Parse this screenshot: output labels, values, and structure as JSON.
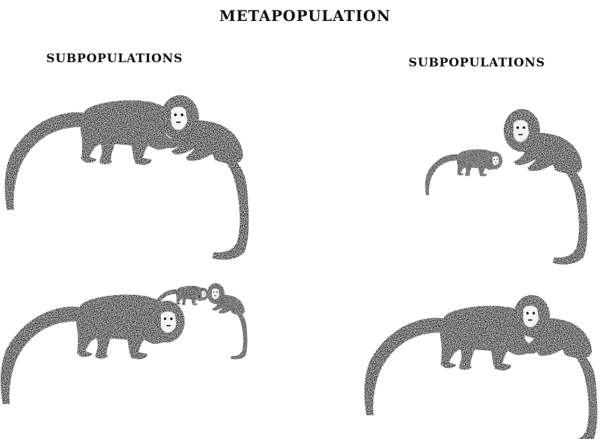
{
  "title": "METAPOPULATION",
  "subpopulation_labels": [
    "SUBPOPULATIONS",
    "SUBPOPULATIONS"
  ],
  "colors": {
    "ink": "#111111",
    "face": "#f4f4f4",
    "background": "#ffffff"
  },
  "subpopulations": [
    {
      "position": "top-left",
      "adults": 2,
      "juveniles": 0
    },
    {
      "position": "top-right",
      "adults": 1,
      "juveniles": 1
    },
    {
      "position": "bottom-left",
      "adults": 1,
      "juveniles": 2
    },
    {
      "position": "bottom-right",
      "adults": 2,
      "juveniles": 0
    }
  ]
}
